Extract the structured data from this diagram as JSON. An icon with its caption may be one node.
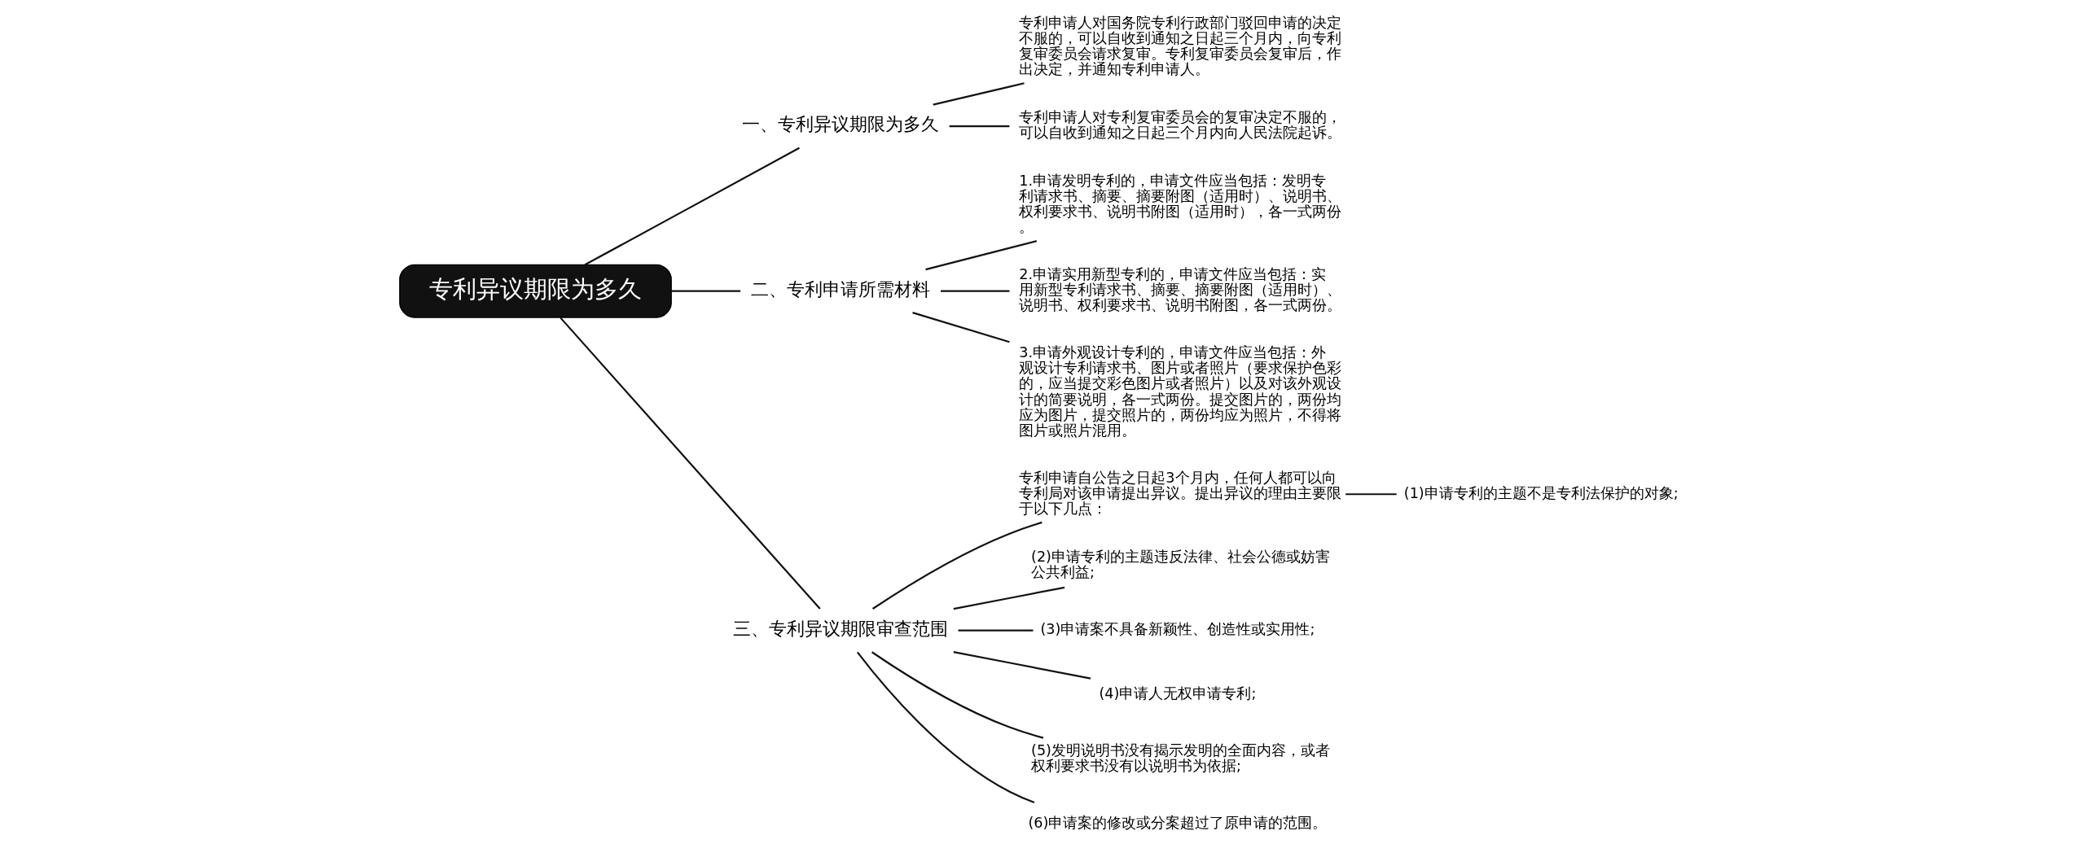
{
  "diagram": {
    "nodes": [
      {
        "text": [
          "专利异议期限为多久"
        ]
      },
      {
        "text": [
          "一、专利异议期限为多久"
        ]
      },
      {
        "text": [
          "专利申请人对国务院专利行政部门驳回申请的决定不服的，可以自收到通知之日起三个月内，向专利复审委员会请求复审。专利复审委员会复审后，作出决定，并通知专利申请人。"
        ]
      },
      {
        "text": [
          "专利申请人对专利复审委员会的复审决定不服的，可以自收到通知之日起三个月内向人民法院起诉。"
        ]
      },
      {
        "text": [
          "二、专利申请所需材料"
        ]
      },
      {
        "text": [
          "1.申请发明专利的，申请文件应当包括：发明专利请求书、摘要、摘要附图（适用时）、说明书、权利要求书、说明书附图（适用时），各一式两份。"
        ]
      },
      {
        "text": [
          "2.申请实用新型专利的，申请文件应当包括：实用新型专利请求书、摘要、摘要附图（适用时）、说明书、权利要求书、说明书附图，各一式两份。"
        ]
      },
      {
        "text": [
          "3.申请外观设计专利的，申请文件应当包括：外观设计专利请求书、图片或者照片（要求保护色彩的，应当提交彩色图片或者照片）以及对该外观设计的简要说明，各一式两份。提交图片的，两份均应为图片，提交照片的，两份均应为照片，不得将图片或照片混用。"
        ]
      },
      {
        "text": [
          "三、专利异议期限审查范围"
        ]
      },
      {
        "text": [
          "专利申请自公告之日起3个月内，任何人都可以向专利局对该申请提出异议。提出异议的理由主要限于以下几点："
        ]
      },
      {
        "text": [
          "(1)申请专利的主题不是专利法保护的对象;"
        ]
      },
      {
        "text": [
          "(2)申请专利的主题违反法律、社会公德或妨害公共利益;"
        ]
      },
      {
        "text": [
          "(3)申请案不具备新颖性、创造性或实用性;"
        ]
      },
      {
        "text": [
          "(4)申请人无权申请专利;"
        ]
      },
      {
        "text": [
          "(5)发明说明书没有揭示发明的全面内容，或者权利要求书没有以说明书为依据;"
        ]
      },
      {
        "text": [
          "(6)申请案的修改或分案超过了原申请的范围。"
        ]
      }
    ],
    "edges": [
      {
        "from": 0,
        "to": 1,
        "arrow": "none"
      },
      {
        "from": 1,
        "to": 2,
        "arrow": "none"
      },
      {
        "from": 1,
        "to": 3,
        "arrow": "none"
      },
      {
        "from": 0,
        "to": 4,
        "arrow": "none"
      },
      {
        "from": 4,
        "to": 5,
        "arrow": "none"
      },
      {
        "from": 4,
        "to": 6,
        "arrow": "none"
      },
      {
        "from": 4,
        "to": 7,
        "arrow": "none"
      },
      {
        "from": 0,
        "to": 8,
        "arrow": "none"
      },
      {
        "from": 8,
        "to": 9,
        "arrow": "none"
      },
      {
        "from": 9,
        "to": 10,
        "arrow": "none"
      },
      {
        "from": 8,
        "to": 11,
        "arrow": "none"
      },
      {
        "from": 8,
        "to": 12,
        "arrow": "none"
      },
      {
        "from": 8,
        "to": 13,
        "arrow": "none"
      },
      {
        "from": 8,
        "to": 14,
        "arrow": "none"
      },
      {
        "from": 8,
        "to": 15,
        "arrow": "none"
      }
    ]
  }
}
